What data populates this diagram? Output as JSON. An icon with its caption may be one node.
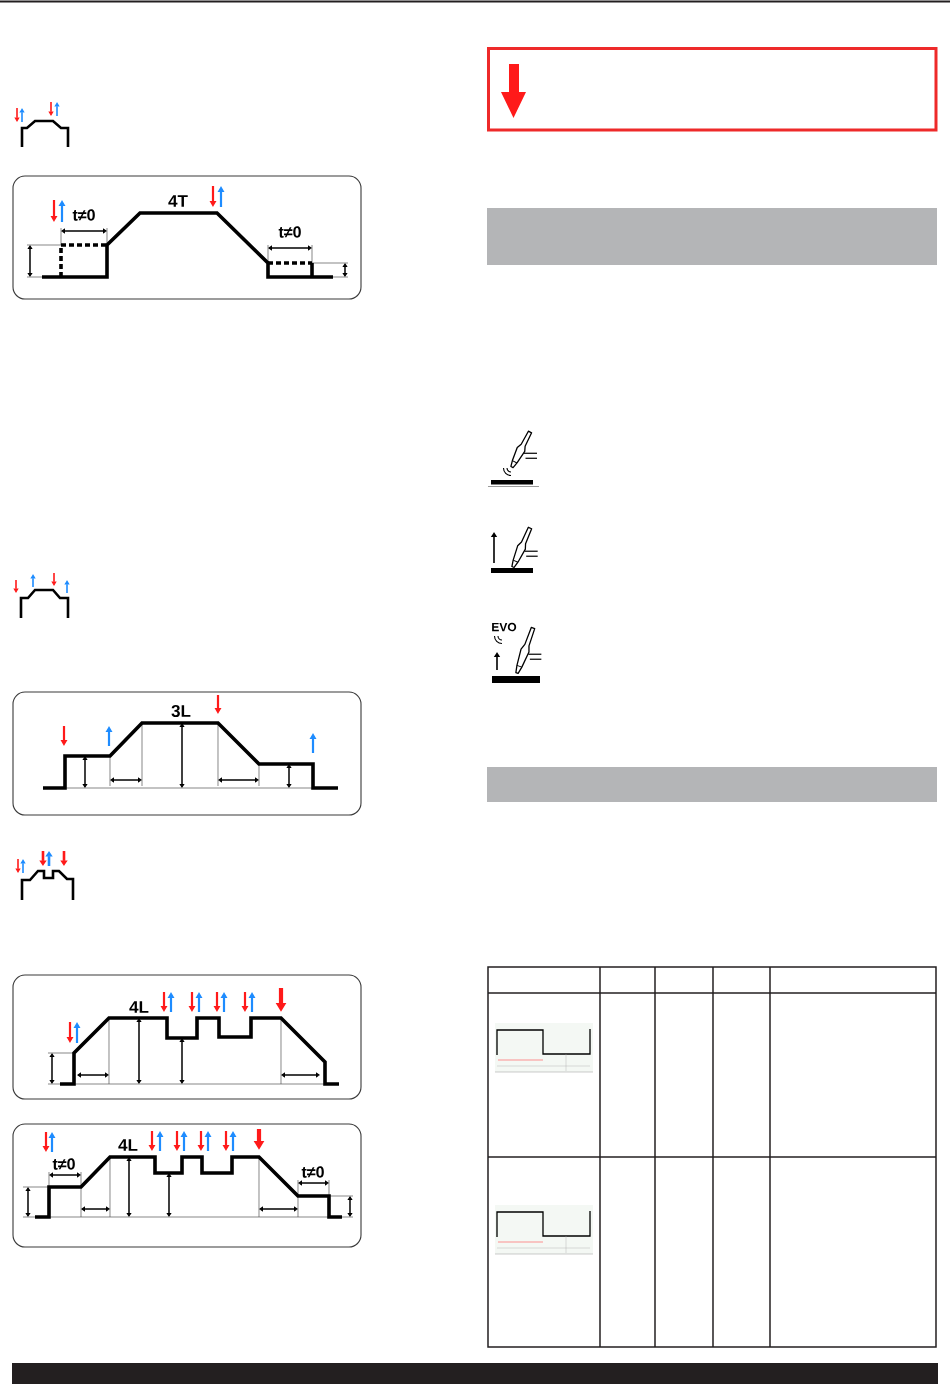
{
  "diagram": {
    "nodes": [
      {
        "text": [
          "t≠0",
          "4T",
          "t≠0"
        ]
      },
      {
        "text": [
          "3L"
        ]
      },
      {
        "text": [
          "4L"
        ]
      },
      {
        "text": [
          "t≠0",
          "4L",
          "t≠0"
        ]
      },
      {
        "text": [],
        "shape": "bar"
      },
      {
        "text": [],
        "shape": "bar"
      }
    ],
    "labels": [
      "EVO"
    ]
  }
}
